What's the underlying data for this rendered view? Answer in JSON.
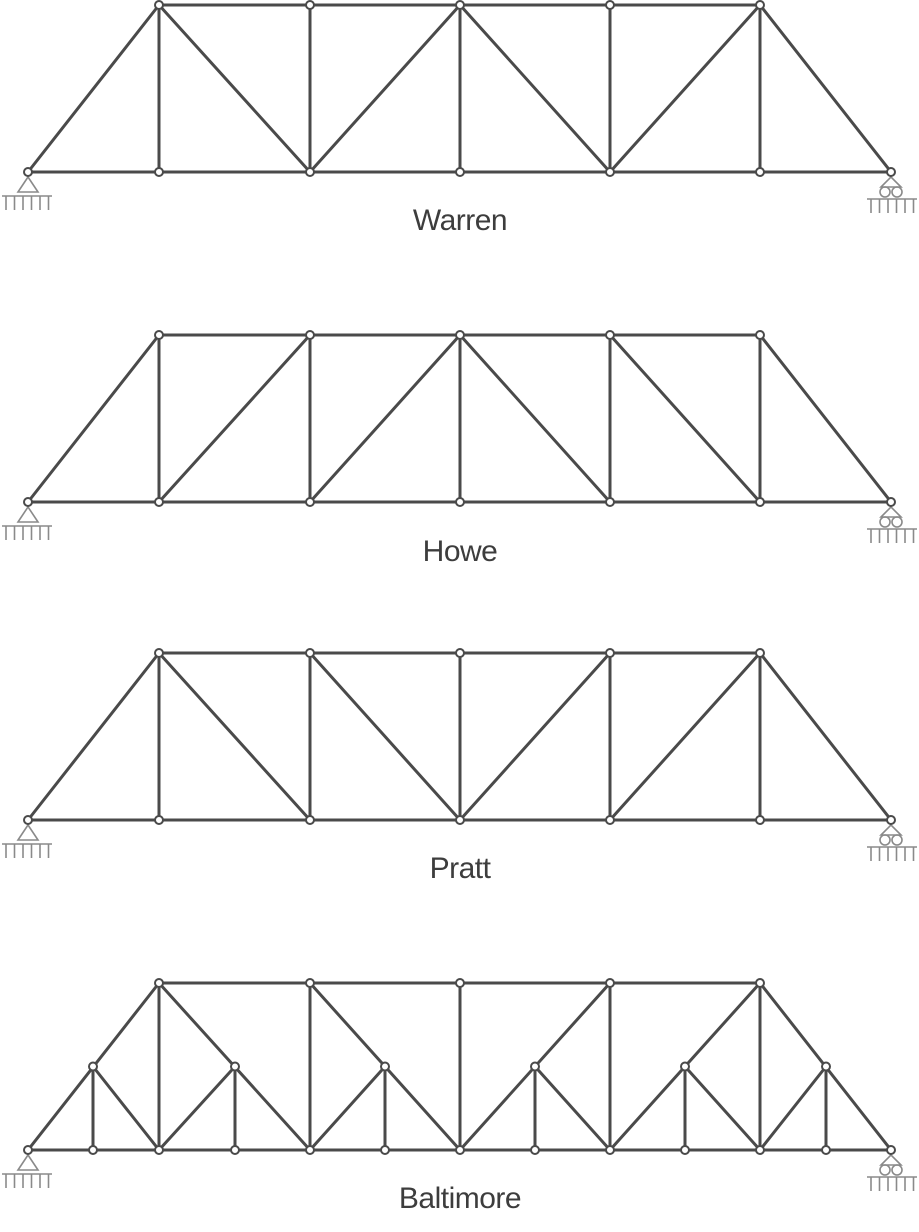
{
  "diagrams": [
    {
      "title": "Warren",
      "type": "warren"
    },
    {
      "title": "Howe",
      "type": "howe"
    },
    {
      "title": "Pratt",
      "type": "pratt"
    },
    {
      "title": "Baltimore",
      "type": "baltimore"
    }
  ],
  "colors": {
    "member": "#4a4a4a",
    "support": "#8a8a8a",
    "text": "#3d3d3d"
  }
}
